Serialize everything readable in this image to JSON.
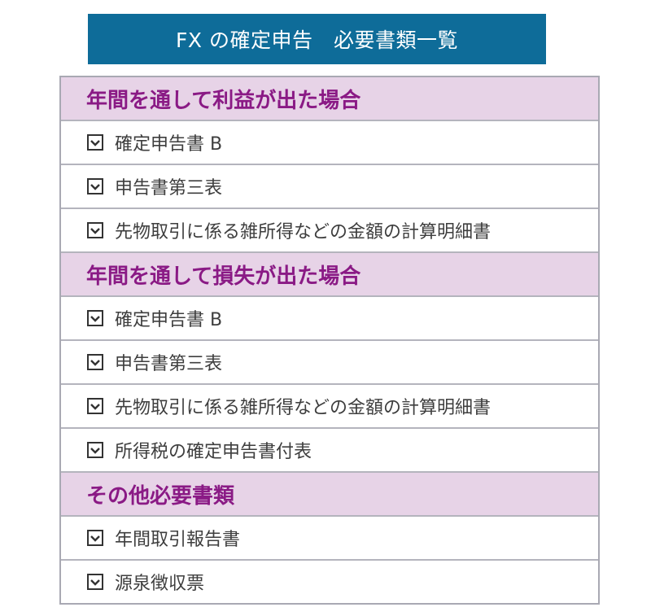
{
  "title": "FX の確定申告　必要書類一覧",
  "colors": {
    "title_bg": "#0e6c99",
    "title_text": "#ffffff",
    "section_bg": "#e7d3e7",
    "section_text": "#8a1a85",
    "item_text": "#3e3e3e",
    "border": "#b4b4bd"
  },
  "icons": {
    "item_check": "checkbox-check-icon"
  },
  "sections": [
    {
      "heading": "年間を通して利益が出た場合",
      "items": [
        "確定申告書 B",
        "申告書第三表",
        "先物取引に係る雑所得などの金額の計算明細書"
      ]
    },
    {
      "heading": "年間を通して損失が出た場合",
      "items": [
        "確定申告書 B",
        "申告書第三表",
        "先物取引に係る雑所得などの金額の計算明細書",
        "所得税の確定申告書付表"
      ]
    },
    {
      "heading": "その他必要書類",
      "items": [
        "年間取引報告書",
        "源泉徴収票"
      ]
    }
  ]
}
